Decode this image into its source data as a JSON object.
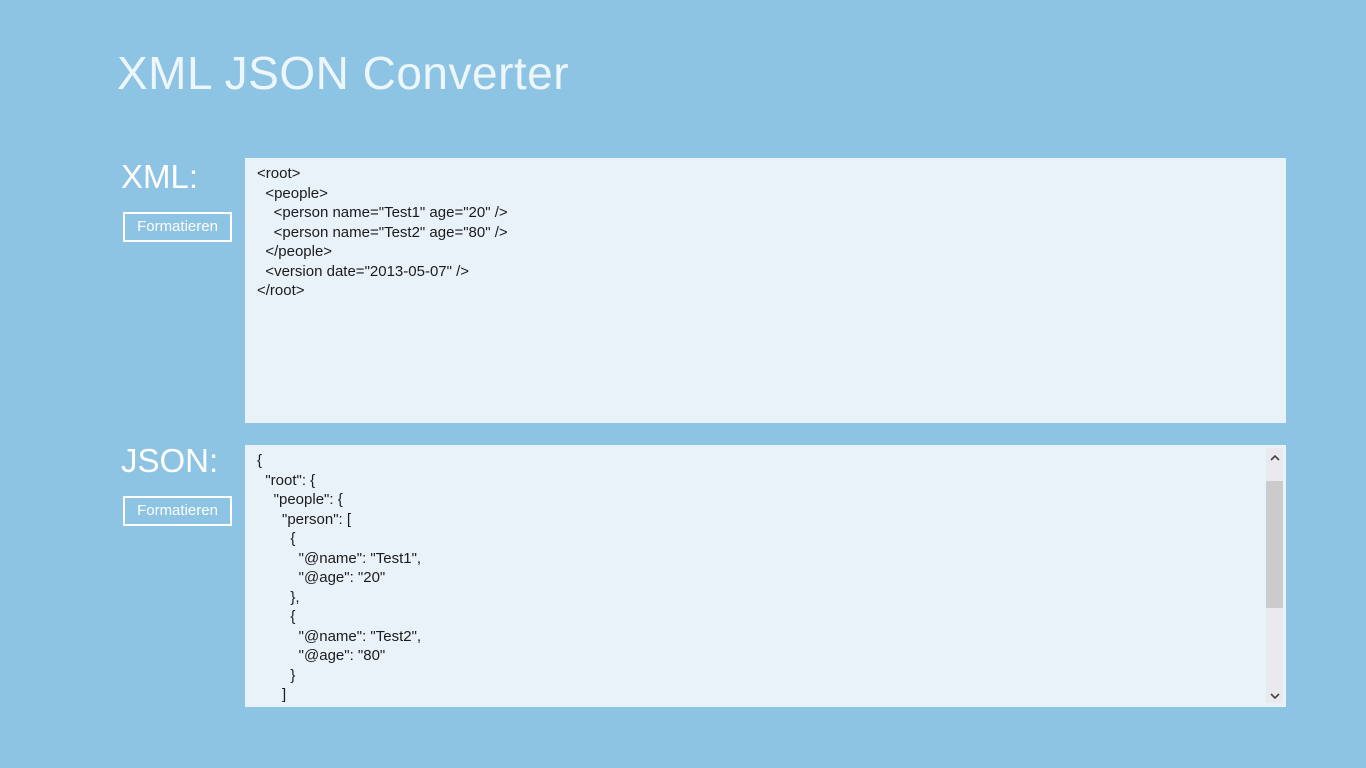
{
  "app": {
    "title": "XML JSON Converter"
  },
  "colors": {
    "background": "#8DC3E3",
    "textbox_background": "#E9F2F9",
    "textbox_text": "#1B1B1B",
    "foreground_white": "#FFFFFF",
    "scrollbar_track": "#E9E9EE",
    "scrollbar_thumb": "#CBCBCB"
  },
  "xml_panel": {
    "label": "XML:",
    "format_button_label": "Formatieren",
    "content": "<root>\n  <people>\n    <person name=\"Test1\" age=\"20\" />\n    <person name=\"Test2\" age=\"80\" />\n  </people>\n  <version date=\"2013-05-07\" />\n</root>"
  },
  "json_panel": {
    "label": "JSON:",
    "format_button_label": "Formatieren",
    "content": "{\n  \"root\": {\n    \"people\": {\n      \"person\": [\n        {\n          \"@name\": \"Test1\",\n          \"@age\": \"20\"\n        },\n        {\n          \"@name\": \"Test2\",\n          \"@age\": \"80\"\n        }\n      ]",
    "scrollbar": {
      "up_icon": "chevron-up",
      "down_icon": "chevron-down"
    }
  }
}
